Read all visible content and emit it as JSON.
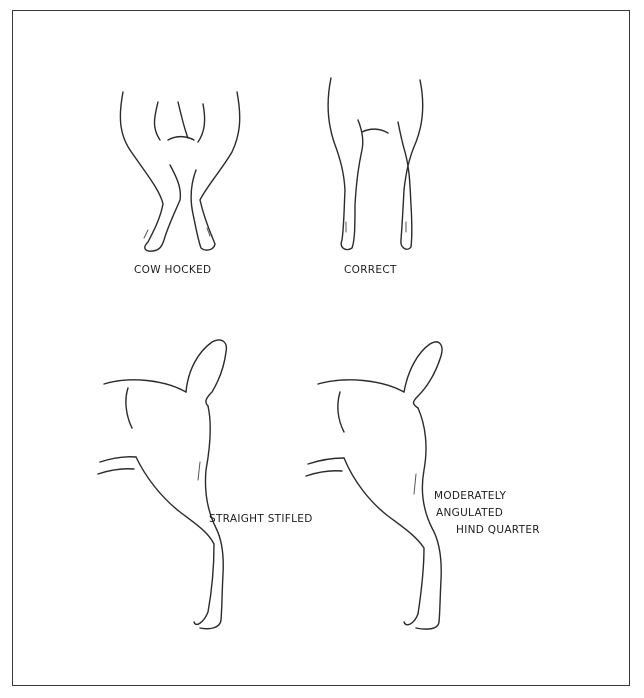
{
  "labels": {
    "cow_hocked": "COW HOCKED",
    "correct": "CORRECT",
    "straight_stifled": "STRAIGHT STIFLED",
    "moderately_angulated": [
      "MODERATELY",
      "ANGULATED",
      "HIND QUARTER"
    ]
  }
}
